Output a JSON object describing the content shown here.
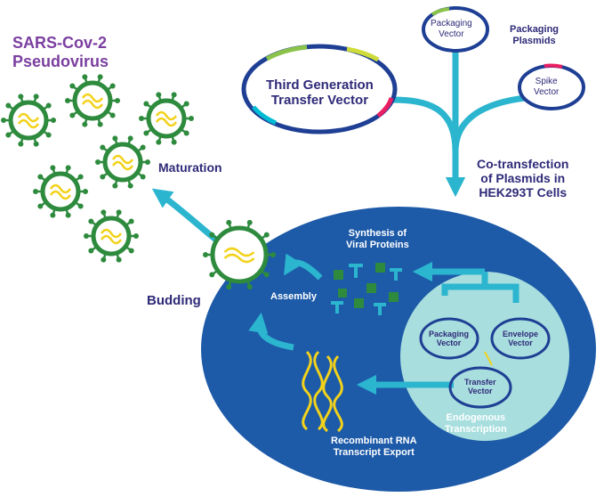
{
  "title": {
    "line1": "SARS-Cov-2",
    "line2": "Pseudovirus"
  },
  "labels": {
    "maturation": "Maturation",
    "budding": "Budding",
    "assembly": "Assembly",
    "synthesis_line1": "Synthesis of",
    "synthesis_line2": "Viral Proteins",
    "recombinant_line1": "Recombinant RNA",
    "recombinant_line2": "Transcript Export",
    "endogenous_line1": "Endogenous",
    "endogenous_line2": "Transcription",
    "cotransfection_line1": "Co-transfection",
    "cotransfection_line2": "of Plasmids in",
    "cotransfection_line3": "HEK293T Cells"
  },
  "plasmids": {
    "transfer_line1": "Third Generation",
    "transfer_line2": "Transfer Vector",
    "packaging_line1": "Packaging",
    "packaging_line2": "Vector",
    "packaging_plasmids_line1": "Packaging",
    "packaging_plasmids_line2": "Plasmids",
    "spike_line1": "Spike",
    "spike_line2": "Vector"
  },
  "inner_plasmids": {
    "packaging_line1": "Packaging",
    "packaging_line2": "Vector",
    "envelope_line1": "Envelope",
    "envelope_line2": "Vector",
    "transfer_line1": "Transfer",
    "transfer_line2": "Vector"
  },
  "colors": {
    "title": "#7b3fa0",
    "navy_text": "#2e2a78",
    "cell": "#1d5aa8",
    "nucleus": "#a8dede",
    "arrow": "#2bb5cf",
    "virus_green": "#2e8b3e",
    "rna_yellow": "#f2d21b",
    "plasmid_ring": "#1e3f94"
  }
}
